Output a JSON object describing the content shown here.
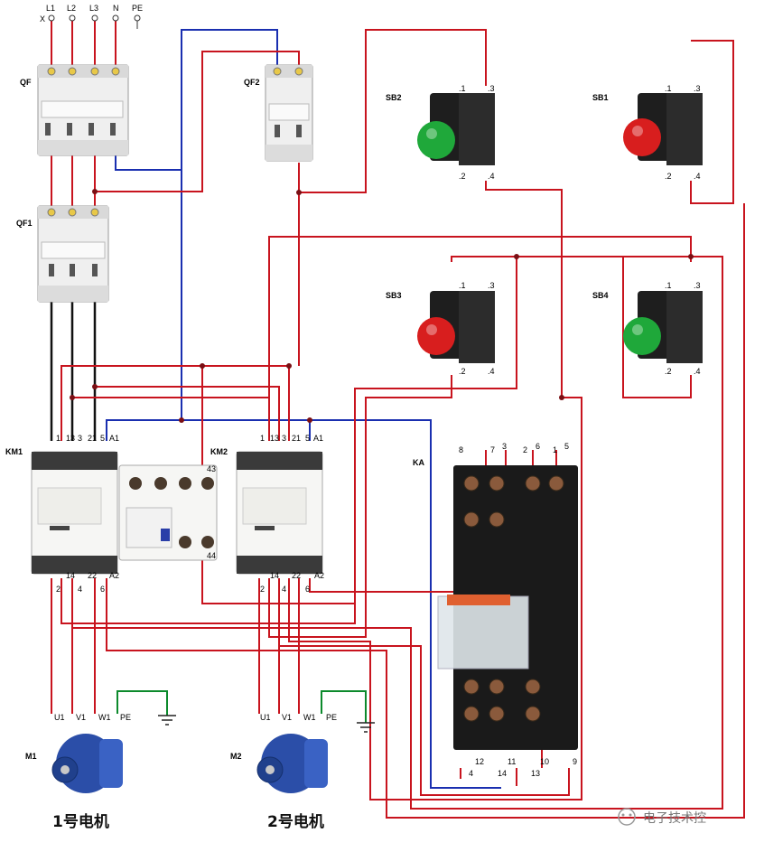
{
  "supply": {
    "L1": "L1",
    "L2": "L2",
    "L3": "L3",
    "N": "N",
    "PE": "PE",
    "X": "X"
  },
  "breakers": {
    "qf": "QF",
    "qf1": "QF1",
    "qf2": "QF2"
  },
  "buttons": {
    "sb1": {
      "label": "SB1",
      "t1": ".1",
      "t2": ".2",
      "t3": ".3",
      "t4": ".4",
      "color": "#d81e1e"
    },
    "sb2": {
      "label": "SB2",
      "t1": ".1",
      "t2": ".2",
      "t3": ".3",
      "t4": ".4",
      "color": "#1fa83a"
    },
    "sb3": {
      "label": "SB3",
      "t1": ".1",
      "t2": ".2",
      "t3": ".3",
      "t4": ".4",
      "color": "#d81e1e"
    },
    "sb4": {
      "label": "SB4",
      "t1": ".1",
      "t2": ".2",
      "t3": ".3",
      "t4": ".4",
      "color": "#1fa83a"
    }
  },
  "contactors": {
    "km1": {
      "label": "KM1",
      "top": [
        "1",
        "13",
        "3",
        "21",
        "5",
        "A1"
      ],
      "bottom": [
        "2",
        "14",
        "4",
        "22",
        "6",
        "A2"
      ]
    },
    "km2": {
      "label": "KM2",
      "top": [
        "1",
        "13",
        "3",
        "21",
        "5",
        "A1"
      ],
      "bottom": [
        "2",
        "14",
        "4",
        "22",
        "6",
        "A2"
      ]
    },
    "aux": {
      "top": "43",
      "bottom": "44"
    }
  },
  "relay": {
    "label": "KA",
    "top": [
      "8",
      "7",
      "3",
      "2",
      "6",
      "1",
      "5"
    ],
    "bottom": [
      "4",
      "12",
      "11",
      "14",
      "13",
      "10",
      "9"
    ]
  },
  "motors": {
    "m1": {
      "label": "M1",
      "u": "U1",
      "v": "V1",
      "w": "W1",
      "pe": "PE",
      "caption": "1号电机"
    },
    "m2": {
      "label": "M2",
      "u": "U1",
      "v": "V1",
      "w": "W1",
      "pe": "PE",
      "caption": "2号电机"
    }
  },
  "watermark": "电子技术控",
  "colors": {
    "phase_wire": "#111111",
    "control_wire": "#c8141e",
    "neutral_wire": "#1a2fb0",
    "ground_wire": "#0c8a2c"
  }
}
